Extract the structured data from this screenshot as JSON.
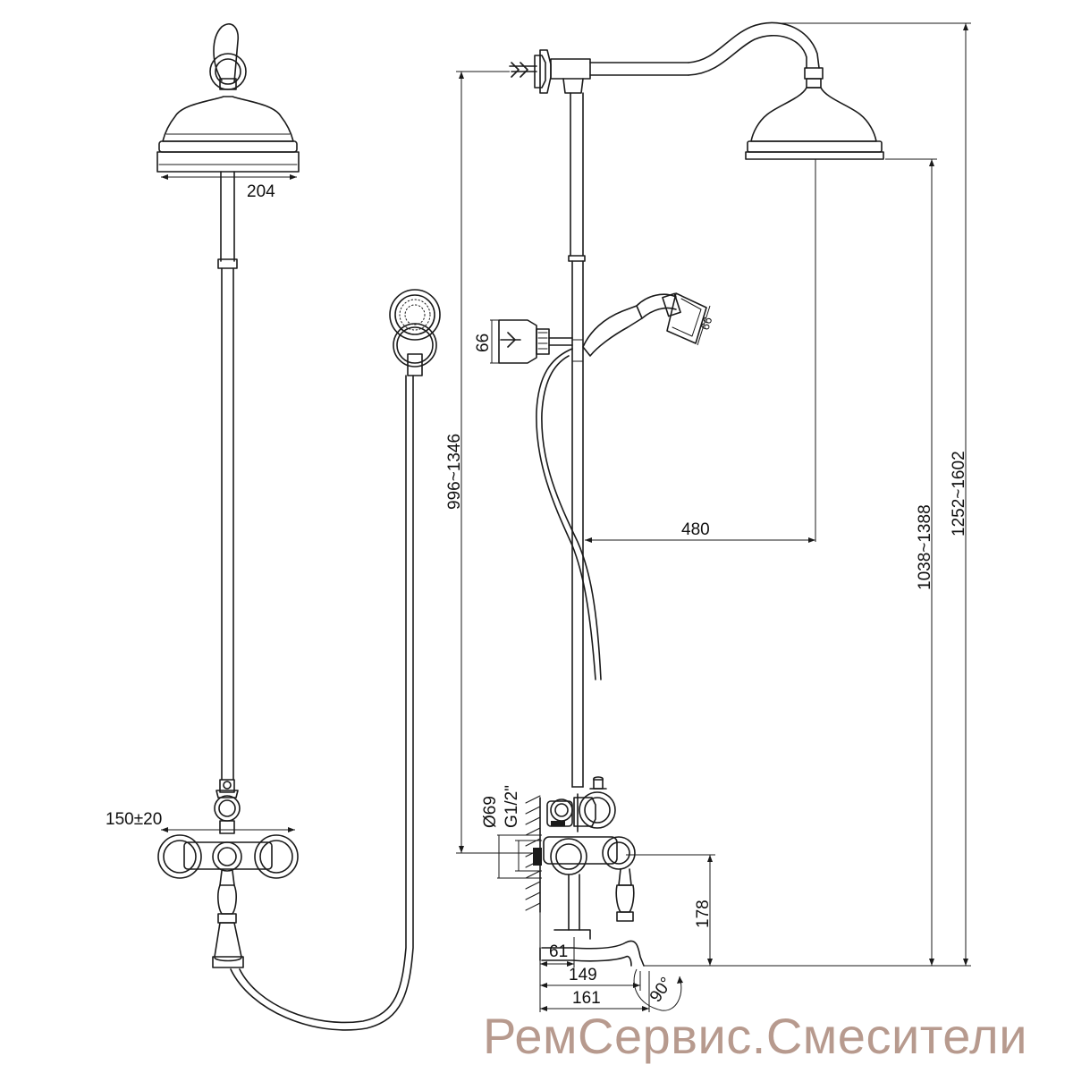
{
  "dimensions": {
    "shower_head_width": "204",
    "valve_spacing": "150±20",
    "hand_shower_holder": "66",
    "hand_shower_head": "66",
    "rail_height": "996~1346",
    "arm_reach": "480",
    "head_height": "1038~1388",
    "total_height": "1252~1602",
    "flange_diameter": "Ø69",
    "thread": "G1/2\"",
    "spout_height": "178",
    "wall_offset": "61",
    "spout_reach_1": "149",
    "spout_reach_2": "161",
    "spout_angle": "90°"
  },
  "watermark": "РемСервис.Смесители"
}
